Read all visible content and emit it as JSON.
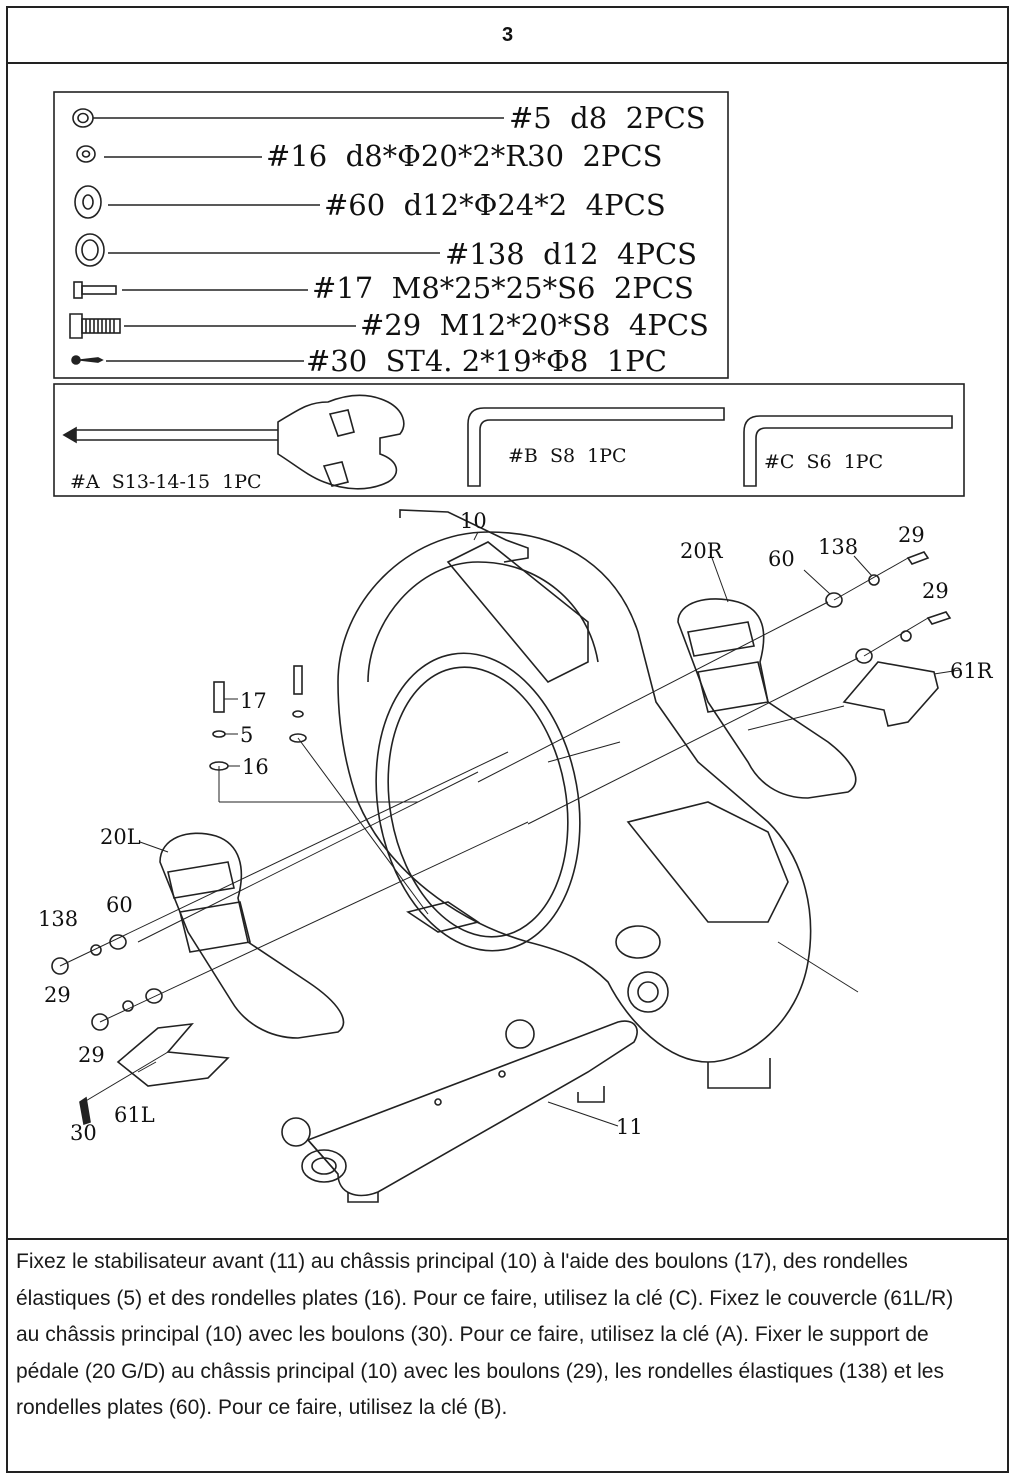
{
  "step": {
    "number": "3"
  },
  "hardware": [
    {
      "id": "hw-5",
      "label": "#5  d8  2PCS",
      "icon": "spring-washer-icon"
    },
    {
      "id": "hw-16",
      "label": "#16  d8*Φ20*2*R30  2PCS",
      "icon": "curved-washer-icon"
    },
    {
      "id": "hw-60",
      "label": "#60  d12*Φ24*2  4PCS",
      "icon": "flat-washer-icon"
    },
    {
      "id": "hw-138",
      "label": "#138  d12  4PCS",
      "icon": "spring-washer-large-icon"
    },
    {
      "id": "hw-17",
      "label": "#17  M8*25*25*S6  2PCS",
      "icon": "bolt-icon"
    },
    {
      "id": "hw-29",
      "label": "#29  M12*20*S8  4PCS",
      "icon": "threaded-bolt-icon"
    },
    {
      "id": "hw-30",
      "label": "#30  ST4. 2*19*Φ8  1PC",
      "icon": "screw-icon"
    }
  ],
  "tools": [
    {
      "id": "tool-a",
      "label": "#A  S13-14-15  1PC",
      "icon": "wrench-screwdriver-icon"
    },
    {
      "id": "tool-b",
      "label": "#B  S8  1PC",
      "icon": "allen-key-icon"
    },
    {
      "id": "tool-c",
      "label": "#C  S6  1PC",
      "icon": "allen-key-icon"
    }
  ],
  "callouts": {
    "c10": "10",
    "c20r": "20R",
    "c60r": "60",
    "c138r": "138",
    "c29r1": "29",
    "c29r2": "29",
    "c61r": "61R",
    "c17": "17",
    "c5": "5",
    "c16": "16",
    "c20l": "20L",
    "c138l": "138",
    "c60l": "60",
    "c29l1": "29",
    "c29l2": "29",
    "c61l": "61L",
    "c30": "30",
    "c11": "11"
  },
  "instructions": "Fixez le stabilisateur avant (11) au châssis principal (10) à l'aide des boulons (17), des rondelles élastiques (5) et des rondelles plates (16). Pour ce faire, utilisez la clé (C). Fixez le couvercle (61L/R) au châssis principal (10) avec les boulons (30). Pour ce faire, utilisez la clé (A). Fixer le support de pédale (20 G/D) au châssis principal (10) avec les boulons (29), les rondelles élastiques (138) et les rondelles plates (60). Pour ce faire, utilisez la clé (B)."
}
